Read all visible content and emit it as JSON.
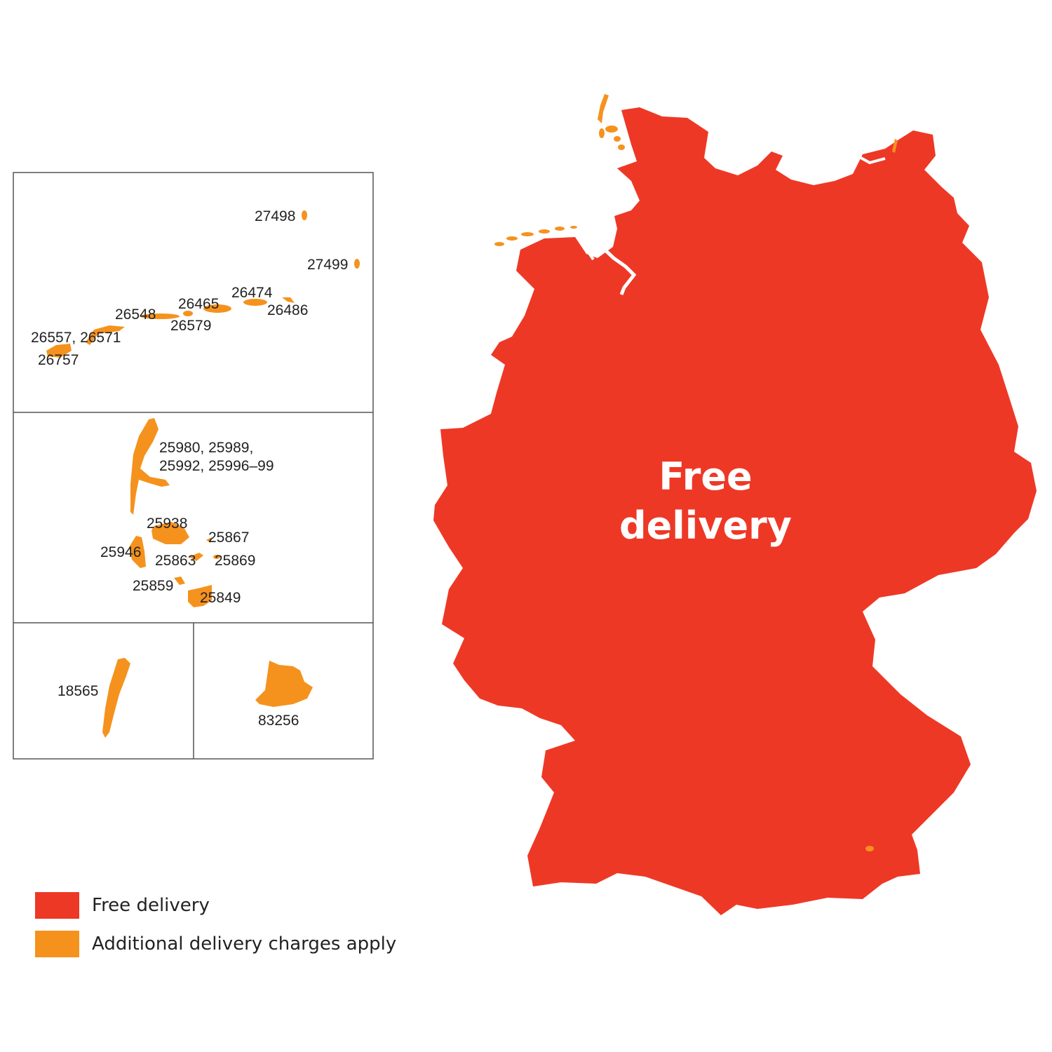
{
  "colors": {
    "free": "#EE3826",
    "additional": "#F5921E",
    "inset_border": "#555555"
  },
  "main_map": {
    "label_line1": "Free",
    "label_line2": "delivery"
  },
  "insets": {
    "north_sea": {
      "zips": [
        "27498",
        "27499",
        "26474",
        "26465",
        "26486",
        "26548",
        "26579",
        "26557, 26571",
        "26757"
      ]
    },
    "north_frisia": {
      "zips": [
        "25980, 25989,",
        "25992, 25996–99",
        "25938",
        "25867",
        "25946",
        "25863",
        "25869",
        "25859",
        "25849"
      ]
    },
    "baltic": {
      "zip": "18565"
    },
    "alpine": {
      "zip": "83256"
    }
  },
  "legend": [
    {
      "label": "Free delivery",
      "color": "#EE3826"
    },
    {
      "label": "Additional delivery charges apply",
      "color": "#F5921E"
    }
  ]
}
